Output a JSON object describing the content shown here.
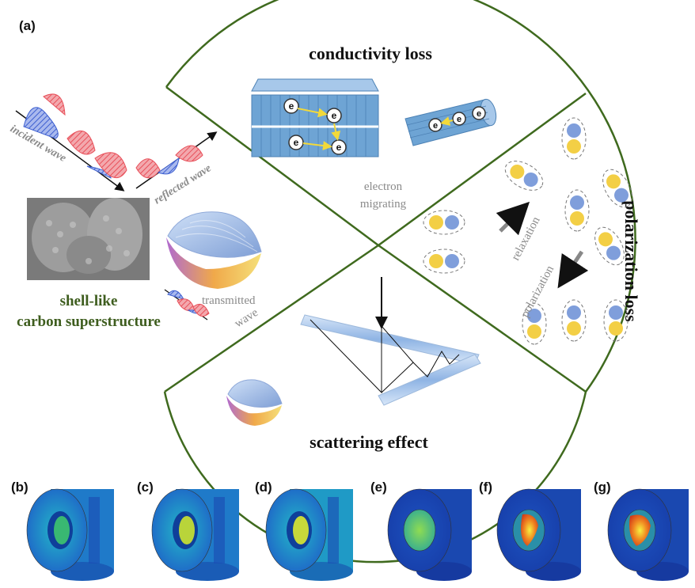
{
  "panel_labels": {
    "a": "(a)",
    "b": "(b)",
    "c": "(c)",
    "d": "(d)",
    "e": "(e)",
    "f": "(f)",
    "g": "(g)"
  },
  "sectors": {
    "conductivity": "conductivity loss",
    "polarization": "polarization loss",
    "scattering": "scattering effect"
  },
  "labels": {
    "electron_line1": "electron",
    "electron_line2": "migrating",
    "relaxation": "relaxation",
    "polarization": "polarization",
    "incident_wave": "incident wave",
    "reflected_wave": "reflected wave",
    "transmitted_line1": "transmitted",
    "transmitted_line2": "wave",
    "shell_line1": "shell-like",
    "shell_line2": "carbon superstructure",
    "electron_symbol": "e"
  },
  "colors": {
    "green_outline": "#3f6a1e",
    "blue_structure": "#6ea4d4",
    "wave_red": "#e8505a",
    "wave_blue": "#3d5fd0",
    "dipole_yellow": "#f3cf45",
    "dipole_blue": "#7f9edb"
  }
}
